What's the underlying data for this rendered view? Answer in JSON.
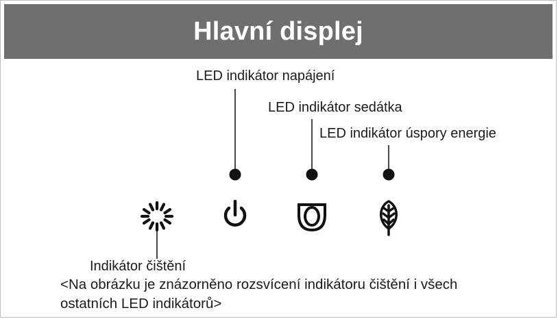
{
  "header": {
    "title": "Hlavní displej"
  },
  "labels": {
    "power_led": "LED indikátor napájení",
    "seat_led": "LED indikátor sedátka",
    "eco_led": "LED indikátor úspory energie",
    "cleaning": "Indikátor čištění"
  },
  "note": {
    "line1": "<Na obrázku je znázorněno rozsvícení indikátoru čištění i všech",
    "line2": "ostatních LED indikátorů>"
  },
  "icons": [
    "cleaning-icon",
    "power-icon",
    "seat-icon",
    "leaf-icon"
  ],
  "colors": {
    "header_bg": "#6f6f6f",
    "header_text": "#ffffff",
    "ink": "#1a1a1a"
  }
}
